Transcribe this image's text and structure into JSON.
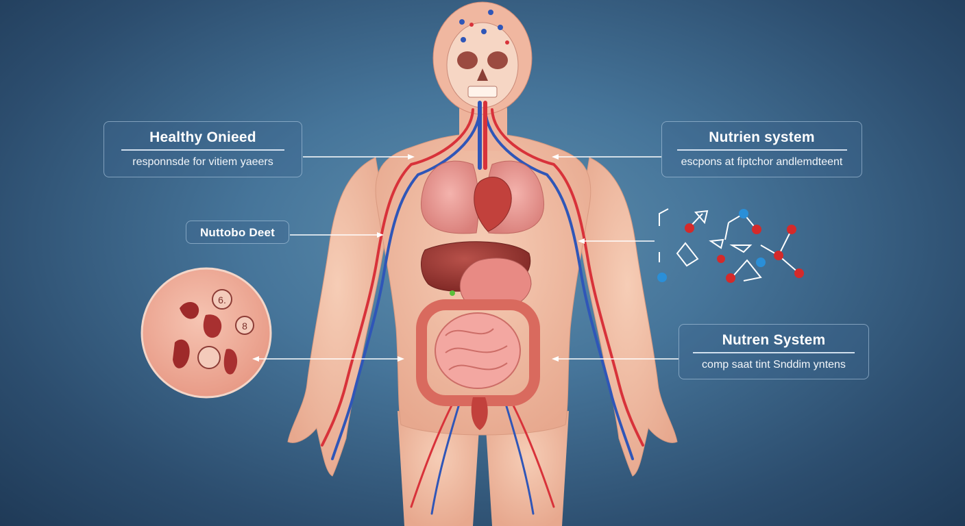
{
  "callouts": {
    "healthy": {
      "title": "Healthy Onieed",
      "desc": "responnsde for vitiem yaeers"
    },
    "nutrien": {
      "title": "Nutrien system",
      "desc": "escpons at fiptchor andlemdteent"
    },
    "diet": {
      "title": "Nuttobo Deet"
    },
    "nutren": {
      "title": "Nutren System",
      "desc": "comp saat tint Snddim yntens"
    }
  },
  "cell_labels": [
    "6.",
    "8"
  ],
  "colors": {
    "background": "#3f6d92",
    "skin": "#f3c2a8",
    "artery": "#d8323a",
    "vein": "#2f56b8",
    "molecule_red": "#d42a2a",
    "molecule_blue": "#2a8fd8"
  }
}
